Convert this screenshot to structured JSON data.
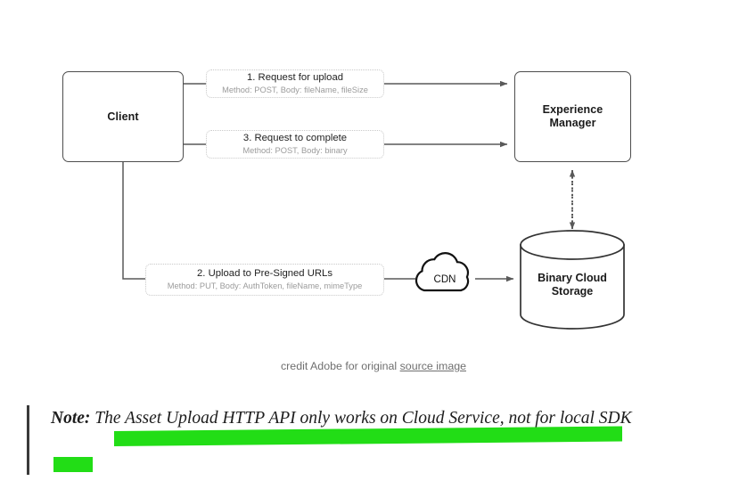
{
  "diagram": {
    "title": "Asset Upload HTTP API flow",
    "colors": {
      "node_stroke": "#4d4d4d",
      "connector": "#595959",
      "chip_border": "#c9c9c9",
      "chip_subtext": "#9b9b9b",
      "highlight_green": "#22dd16",
      "note_rule": "#3a3a3a",
      "credit_text": "#6f6f6f"
    },
    "nodes": {
      "client": {
        "label": "Client",
        "shape": "rounded-rect"
      },
      "experience_manager": {
        "label": "Experience\nManager",
        "line1": "Experience",
        "line2": "Manager",
        "shape": "rounded-rect"
      },
      "cdn": {
        "label": "CDN",
        "shape": "cloud"
      },
      "storage": {
        "label": "Binary Cloud Storage",
        "line1": "Binary Cloud",
        "line2": "Storage",
        "shape": "cylinder"
      }
    },
    "steps": [
      {
        "id": "step1",
        "title": "1. Request for upload",
        "subtitle": "Method: POST, Body: fileName, fileSize",
        "from": "client",
        "to": "experience_manager"
      },
      {
        "id": "step3",
        "title": "3. Request to complete",
        "subtitle": "Method: POST, Body: binary",
        "from": "client",
        "to": "experience_manager"
      },
      {
        "id": "step2",
        "title": "2. Upload to Pre-Signed URLs",
        "subtitle": "Method: PUT, Body: AuthToken, fileName, mimeType",
        "from": "client",
        "to": "storage",
        "via": "cdn"
      }
    ],
    "links": [
      {
        "id": "em-storage",
        "from": "experience_manager",
        "to": "storage",
        "style": "dotted",
        "arrows": "both"
      }
    ]
  },
  "credit": {
    "prefix": "credit Adobe for original ",
    "link_text": "source image"
  },
  "note": {
    "lead": "Note:",
    "body": " The Asset Upload HTTP API only works on Cloud Service, not for local SDK"
  }
}
